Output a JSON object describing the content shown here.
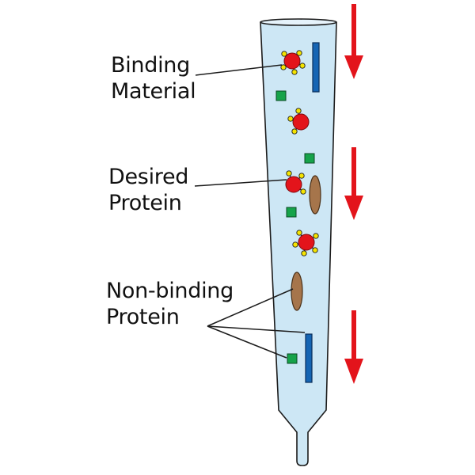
{
  "labels": {
    "binding": [
      "Binding",
      "Material"
    ],
    "desired": [
      "Desired",
      "Protein"
    ],
    "nonbinding": [
      "Non-binding",
      "Protein"
    ]
  },
  "colors": {
    "column_fill": "#cde7f5",
    "column_stroke": "#1c1c1c",
    "arrow": "#e3141b",
    "desired_protein": "#e3141b",
    "binding_site": "#f5e400",
    "rod_protein": "#1565b4",
    "square_protein": "#16a34a",
    "oval_protein": "#a6754b"
  },
  "icons": {
    "flow_arrow": "down-arrow-icon",
    "desired_protein": "red-sphere-with-yellow-binding-sites",
    "rod_protein": "blue-rod",
    "square_protein": "green-square",
    "oval_protein": "brown-oval"
  }
}
